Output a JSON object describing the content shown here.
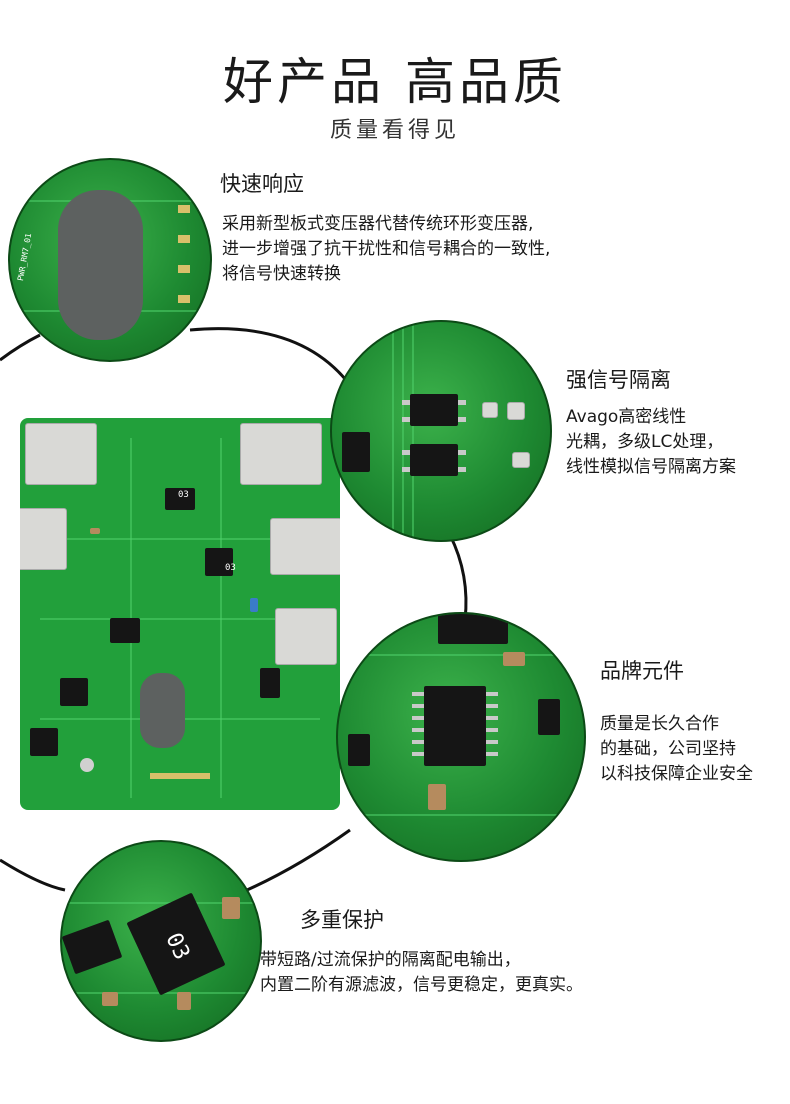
{
  "header": {
    "title": "好产品 高品质",
    "subtitle": "质量看得见"
  },
  "features": [
    {
      "heading": "快速响应",
      "lines": [
        "采用新型板式变压器代替传统环形变压器,",
        "进一步增强了抗干扰性和信号耦合的一致性,",
        "将信号快速转换"
      ]
    },
    {
      "heading": "强信号隔离",
      "lines": [
        "Avago高密线性",
        "光耦，多级LC处理，",
        "线性模拟信号隔离方案"
      ]
    },
    {
      "heading": "品牌元件",
      "lines": [
        "质量是长久合作",
        "的基础，公司坚持",
        "以科技保障企业安全"
      ]
    },
    {
      "heading": "多重保护",
      "lines": [
        "带短路/过流保护的隔离配电输出，",
        "内置二阶有源滤波，信号更稳定，更真实。"
      ]
    }
  ],
  "board_markings": {
    "transformer_label": "PWR_RM7_01",
    "component_code": "03"
  },
  "colors": {
    "pcb_green": "#22a03b",
    "pcb_dark": "#12661f",
    "arc_line": "#111111"
  }
}
